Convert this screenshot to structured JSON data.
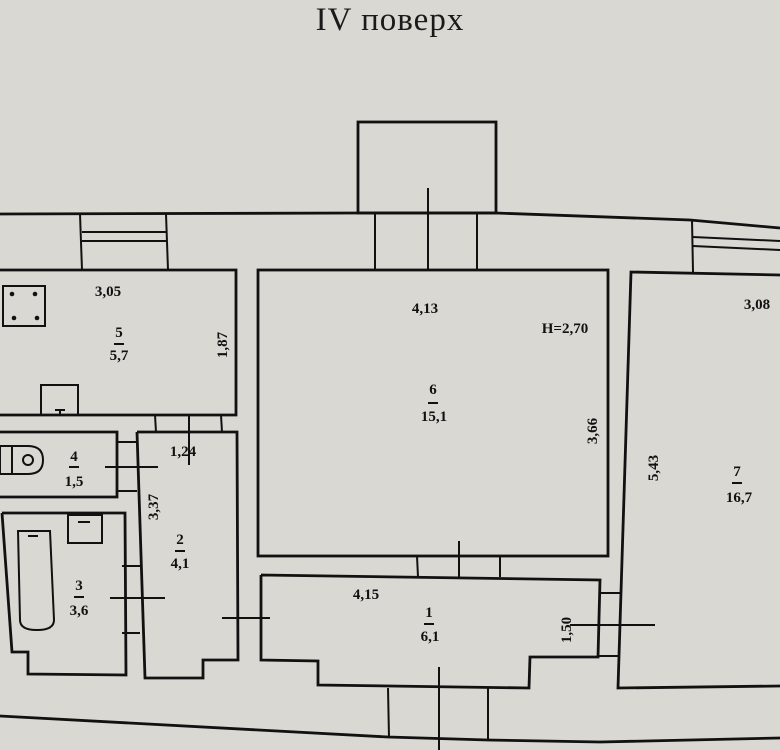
{
  "title": "IV поверх",
  "ceiling_height": "H=2,70",
  "rooms": [
    {
      "number": "1",
      "area": "6,1",
      "dims": [
        "4,15",
        "1,50"
      ]
    },
    {
      "number": "2",
      "area": "4,1",
      "dims": [
        "1,24",
        "3,37"
      ]
    },
    {
      "number": "3",
      "area": "3,6",
      "dims": []
    },
    {
      "number": "4",
      "area": "1,5",
      "dims": []
    },
    {
      "number": "5",
      "area": "5,7",
      "dims": [
        "3,05",
        "1,87"
      ]
    },
    {
      "number": "6",
      "area": "15,1",
      "dims": [
        "4,13",
        "3,66"
      ]
    },
    {
      "number": "7",
      "area": "16,7",
      "dims": [
        "3,08",
        "5,43"
      ]
    }
  ],
  "colors": {
    "background": "#d9d8d3",
    "lines": "#111111"
  }
}
